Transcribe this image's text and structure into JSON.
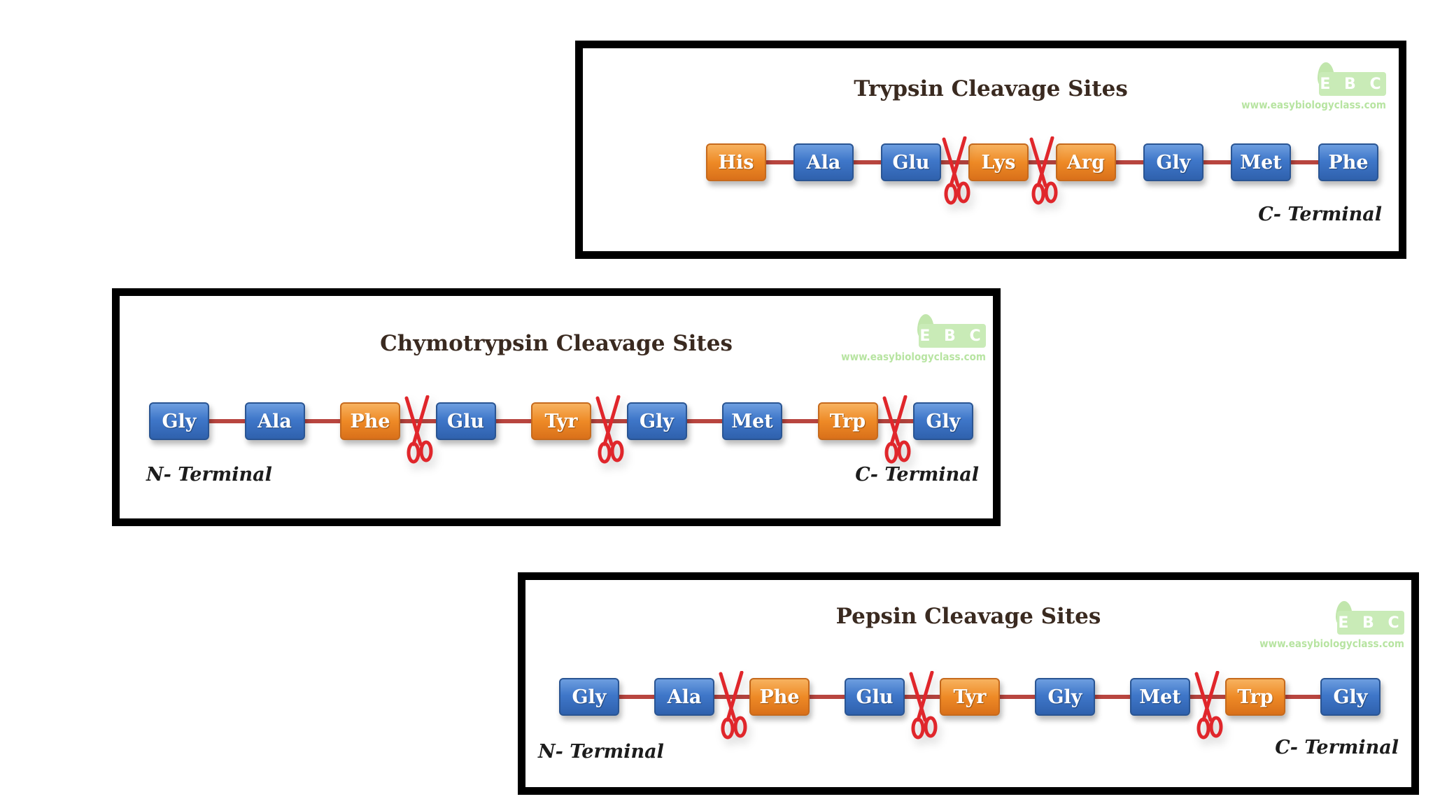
{
  "colors": {
    "neutral_residue": "#3f77c9",
    "cleavage_residue": "#ee8a26",
    "peptide_bond": "#b8453f",
    "scissors": "#e0262b",
    "frame": "#000000",
    "logo": "#9ddb7d"
  },
  "icons": {
    "cut_marker": "scissors-icon",
    "logo": "ebc-logo-icon"
  },
  "panels": [
    {
      "id": "trypsin",
      "title": "Trypsin Cleavage Sites",
      "residues": [
        {
          "label": "His",
          "kind": "cleave"
        },
        {
          "label": "Ala",
          "kind": "neutral"
        },
        {
          "label": "Glu",
          "kind": "neutral"
        },
        {
          "label": "Lys",
          "kind": "cleave"
        },
        {
          "label": "Arg",
          "kind": "cleave"
        },
        {
          "label": "Gly",
          "kind": "neutral"
        },
        {
          "label": "Met",
          "kind": "neutral"
        },
        {
          "label": "Phe",
          "kind": "neutral"
        }
      ],
      "cut_after_index": [
        2,
        3
      ],
      "n_terminal": "",
      "c_terminal": "C- Terminal",
      "logo_text": "E B C",
      "logo_url": "www.easybiologyclass.com"
    },
    {
      "id": "chymotrypsin",
      "title": "Chymotrypsin Cleavage Sites",
      "residues": [
        {
          "label": "Gly",
          "kind": "neutral"
        },
        {
          "label": "Ala",
          "kind": "neutral"
        },
        {
          "label": "Phe",
          "kind": "cleave"
        },
        {
          "label": "Glu",
          "kind": "neutral"
        },
        {
          "label": "Tyr",
          "kind": "cleave"
        },
        {
          "label": "Gly",
          "kind": "neutral"
        },
        {
          "label": "Met",
          "kind": "neutral"
        },
        {
          "label": "Trp",
          "kind": "cleave"
        },
        {
          "label": "Gly",
          "kind": "neutral"
        }
      ],
      "cut_after_index": [
        2,
        4,
        7
      ],
      "n_terminal": "N- Terminal",
      "c_terminal": "C- Terminal",
      "logo_text": "E B C",
      "logo_url": "www.easybiologyclass.com"
    },
    {
      "id": "pepsin",
      "title": "Pepsin Cleavage Sites",
      "residues": [
        {
          "label": "Gly",
          "kind": "neutral"
        },
        {
          "label": "Ala",
          "kind": "neutral"
        },
        {
          "label": "Phe",
          "kind": "cleave"
        },
        {
          "label": "Glu",
          "kind": "neutral"
        },
        {
          "label": "Tyr",
          "kind": "cleave"
        },
        {
          "label": "Gly",
          "kind": "neutral"
        },
        {
          "label": "Met",
          "kind": "neutral"
        },
        {
          "label": "Trp",
          "kind": "cleave"
        },
        {
          "label": "Gly",
          "kind": "neutral"
        }
      ],
      "cut_after_index": [
        1,
        3,
        6
      ],
      "n_terminal": "N- Terminal",
      "c_terminal": "C- Terminal",
      "logo_text": "E B C",
      "logo_url": "www.easybiologyclass.com"
    }
  ]
}
